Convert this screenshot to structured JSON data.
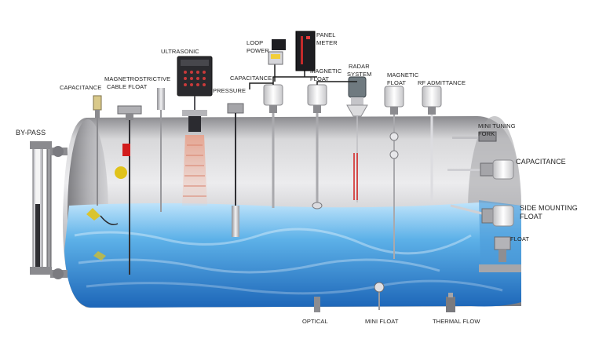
{
  "labels": {
    "bypass": "BY-PASS",
    "capacitance_top_left": "CAPACITANCE",
    "magnetostrictive": "MAGNETROSTRICTIVE",
    "cable_float": "CABLE FLOAT",
    "ultrasonic": "ULTRASONIC",
    "pressure": "PRESSURE",
    "loop_power_1": "LOOP",
    "loop_power_2": "POWER",
    "panel_meter_1": "PANEL",
    "panel_meter_2": "METER",
    "capacitance_top": "CAPACITANCE",
    "magnetic_float_1": "MAGNETIC",
    "magnetic_float_2": "FLOAT",
    "radar_1": "RADAR",
    "radar_2": "SYSTEM",
    "magnetic_float_b1": "MAGNETIC",
    "magnetic_float_b2": "FLOAT",
    "rf_admittance": "RF ADMITTANCE",
    "mini_tuning_1": "MINI TUNING",
    "mini_tuning_2": "FORK",
    "capacitance_right": "CAPACITANCE",
    "side_mounting_1": "SIDE MOUNTING",
    "side_mounting_2": "FLOAT",
    "float": "FLOAT",
    "optical": "OPTICAL",
    "mini_float": "MINI FLOAT",
    "thermal_flow": "THERMAL FLOW"
  },
  "colors": {
    "tank_light": "#e4e4e6",
    "tank_dark": "#6e6e72",
    "liquid_light": "#9fd3f2",
    "liquid_dark": "#1c6fc0",
    "probe": "#c9c9cc",
    "accent_red": "#d21c1c",
    "accent_yellow": "#e0c21a"
  }
}
